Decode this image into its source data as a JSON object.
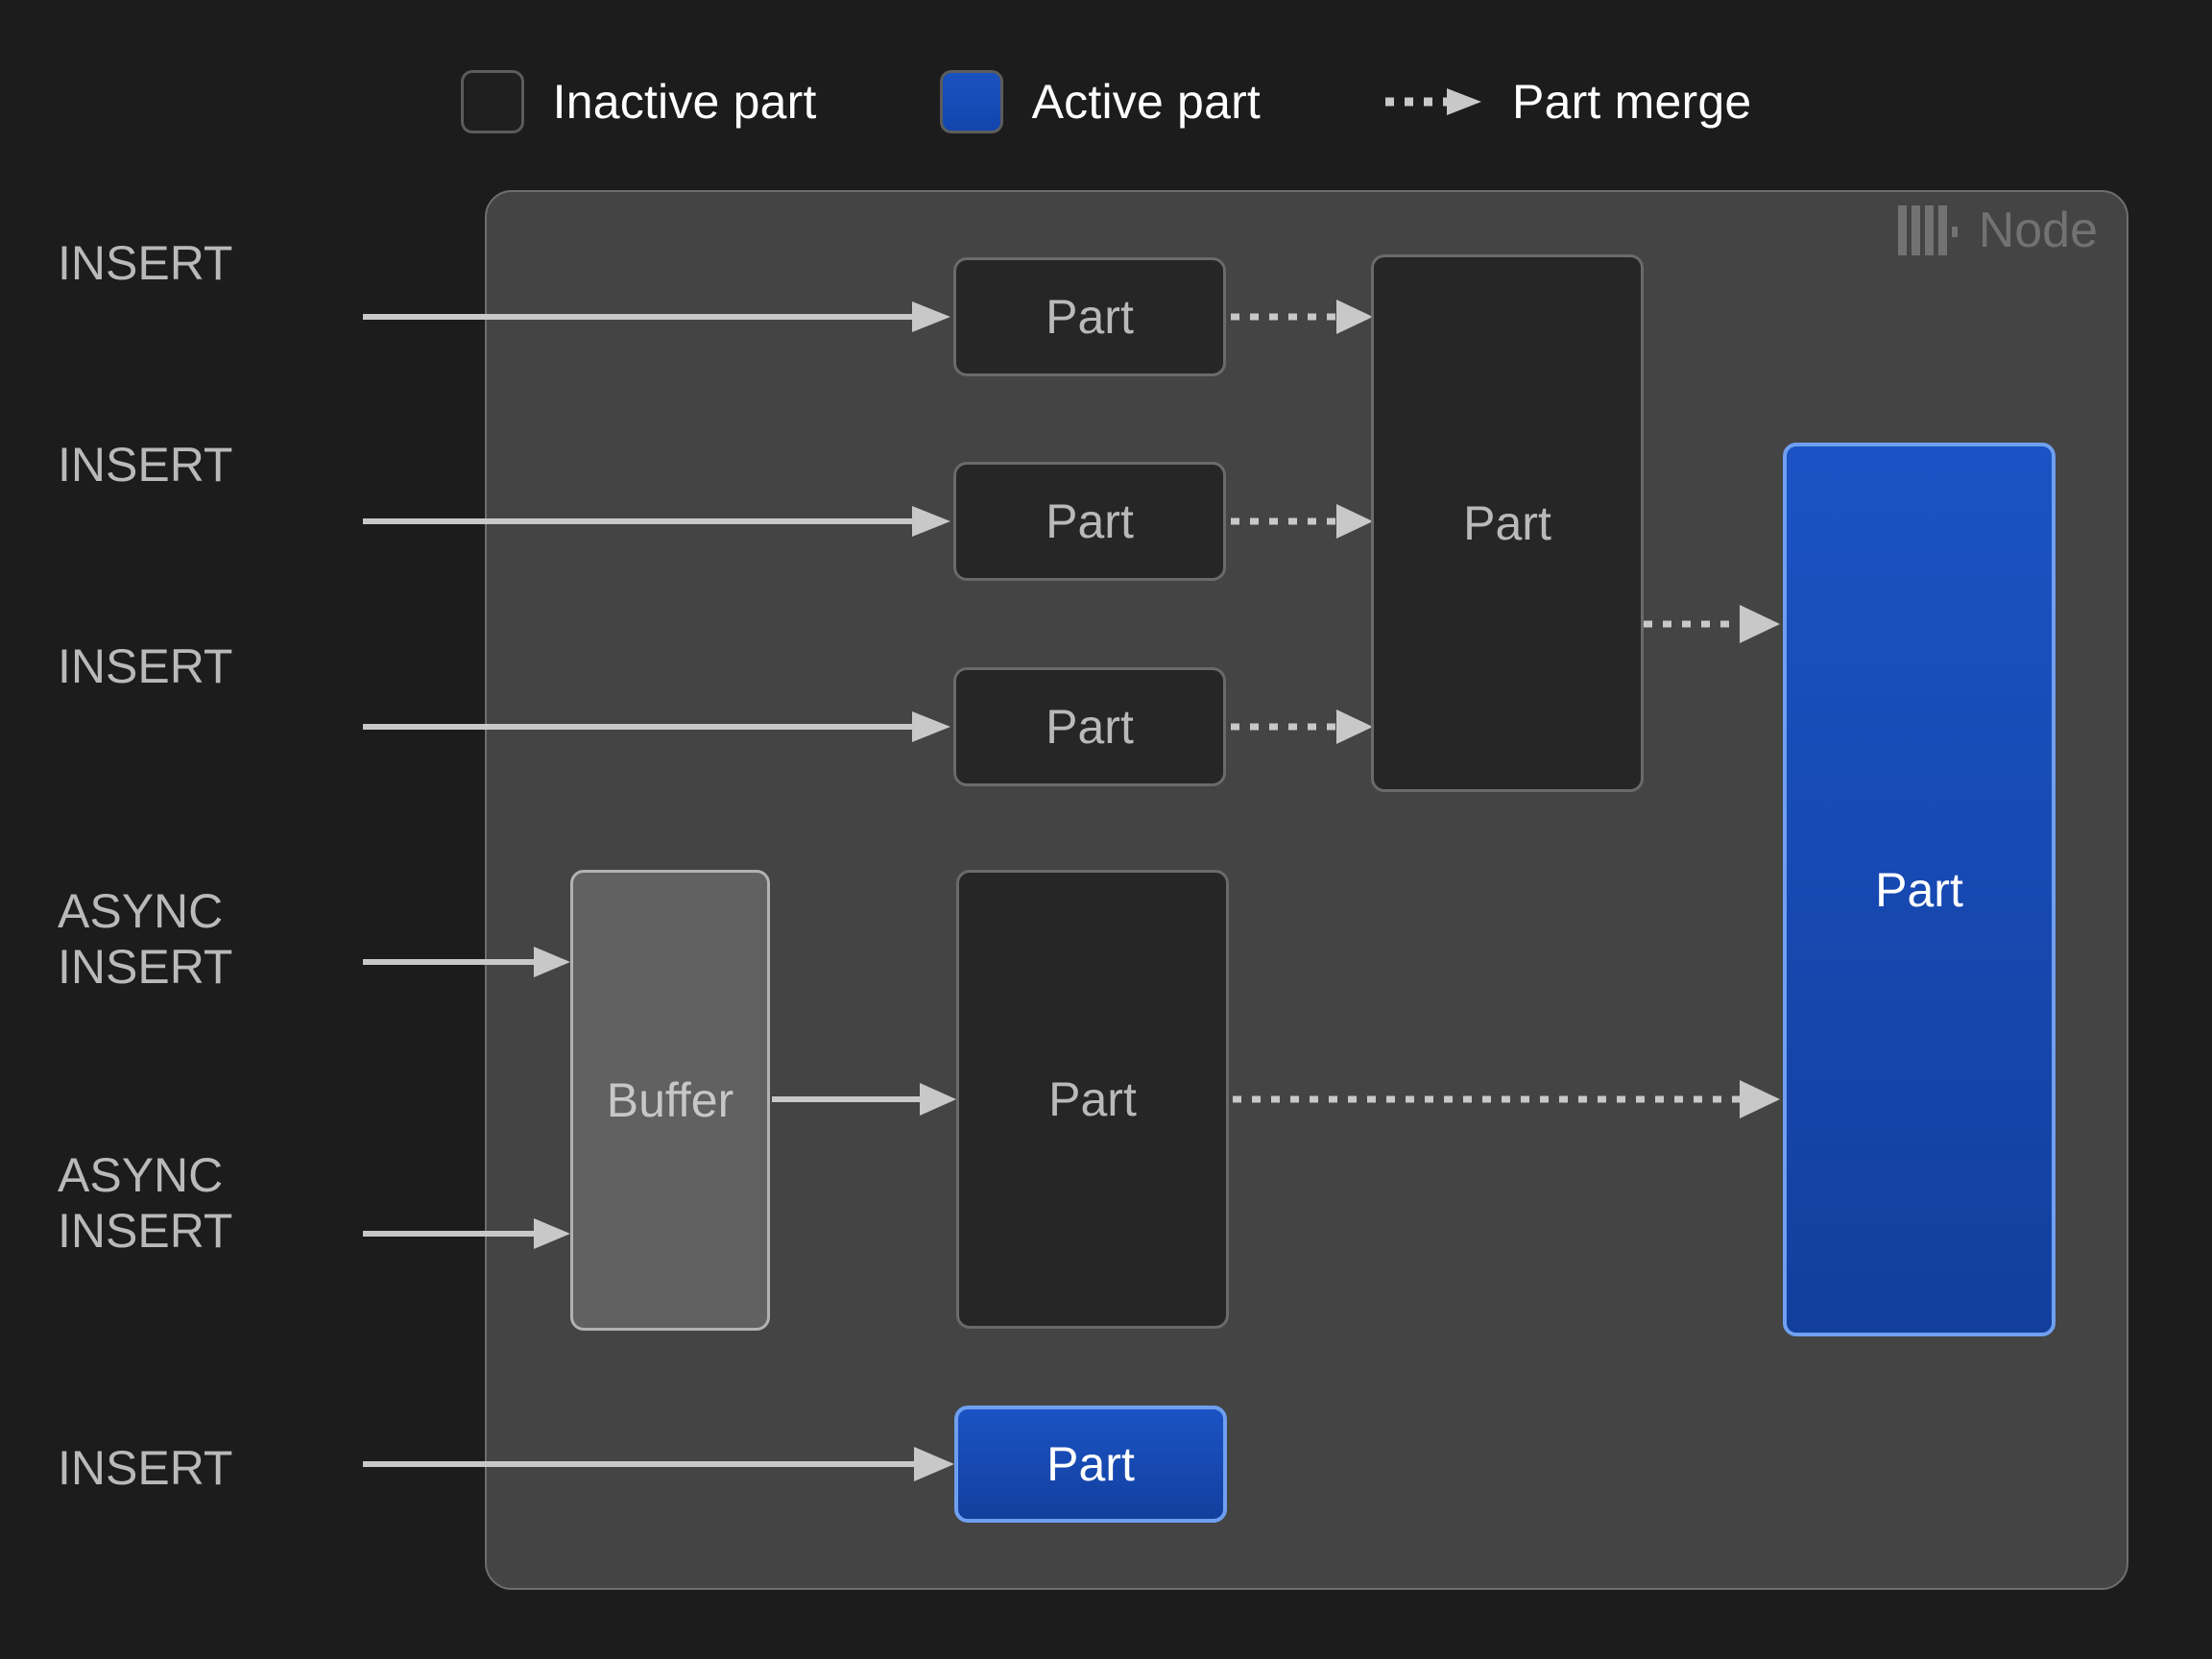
{
  "legend": {
    "items": [
      {
        "id": "inactive-part",
        "label": "Inactive part",
        "swatch": "inactive",
        "color": "#1f1f1f"
      },
      {
        "id": "active-part",
        "label": "Active part",
        "swatch": "active",
        "color": "#1549b5"
      },
      {
        "id": "part-merge",
        "label": "Part merge",
        "swatch": "dashed-arrow",
        "color": "#c8c8c8"
      }
    ]
  },
  "node": {
    "title": "Node",
    "logo_icon": "clickhouse-logo-icon",
    "background": "#444444",
    "border_color": "#6e6e6e"
  },
  "inputs": [
    {
      "id": "insert-1",
      "label": "INSERT"
    },
    {
      "id": "insert-2",
      "label": "INSERT"
    },
    {
      "id": "insert-3",
      "label": "INSERT"
    },
    {
      "id": "async-insert-1",
      "label": "ASYNC\nINSERT"
    },
    {
      "id": "async-insert-2",
      "label": "ASYNC\nINSERT"
    },
    {
      "id": "insert-4",
      "label": "INSERT"
    }
  ],
  "boxes": {
    "part_small_1": {
      "label": "Part",
      "state": "inactive"
    },
    "part_small_2": {
      "label": "Part",
      "state": "inactive"
    },
    "part_small_3": {
      "label": "Part",
      "state": "inactive"
    },
    "part_merged_mid": {
      "label": "Part",
      "state": "inactive"
    },
    "buffer": {
      "label": "Buffer",
      "state": "buffer"
    },
    "part_from_buffer": {
      "label": "Part",
      "state": "inactive"
    },
    "part_active_large": {
      "label": "Part",
      "state": "active"
    },
    "part_active_small": {
      "label": "Part",
      "state": "active"
    }
  },
  "colors": {
    "canvas": "#1c1c1c",
    "node_fill": "#444444",
    "inactive_fill": "#262626",
    "inactive_border": "#6a6a6a",
    "buffer_fill": "#616161",
    "buffer_border": "#b2b2b2",
    "active_fill": "#1549b5",
    "active_border": "#6f9ff0",
    "text_muted": "#b9b9b9",
    "text_node": "#727272",
    "wire": "#c8c8c8"
  }
}
